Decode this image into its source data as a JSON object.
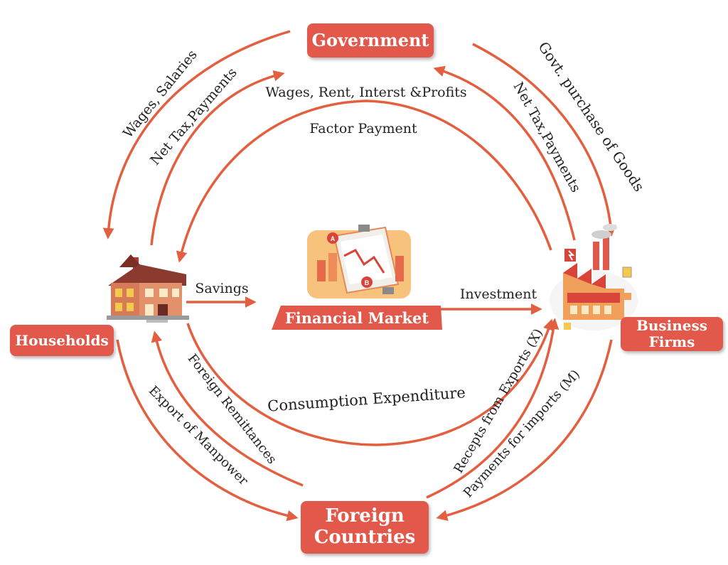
{
  "colors": {
    "accent": "#e2584a",
    "arrow": "#e35f3f",
    "text": "#222222",
    "box_text": "#ffffff"
  },
  "nodes": {
    "government": "Government",
    "households": "Households",
    "financial_market": "Financial Market",
    "business_firms_line1": "Business",
    "business_firms_line2": "Firms",
    "foreign_line1": "Foreign",
    "foreign_line2": "Countries"
  },
  "icons": {
    "households": "house-icon",
    "financial_market": "market-chart-icon",
    "business_firms": "factory-icon"
  },
  "flows": {
    "wages_salaries": "Wages, Salaries",
    "net_tax_left": "Net Tax,Payments",
    "wages_rent": "Wages, Rent, Interst &Profits",
    "factor_payment": "Factor Payment",
    "govt_purchase": "Govt. purchase of Goods",
    "net_tax_right": "Net Tax,Payments",
    "savings": "Savings",
    "investment": "Investment",
    "consumption": "Consumption  Expenditure",
    "foreign_remittances": "Foreign Remittances",
    "export_manpower": "Export of Manpower",
    "receipts_exports": "Recepts from Exports (X)",
    "payments_imports": "Payments for imports (M)"
  }
}
